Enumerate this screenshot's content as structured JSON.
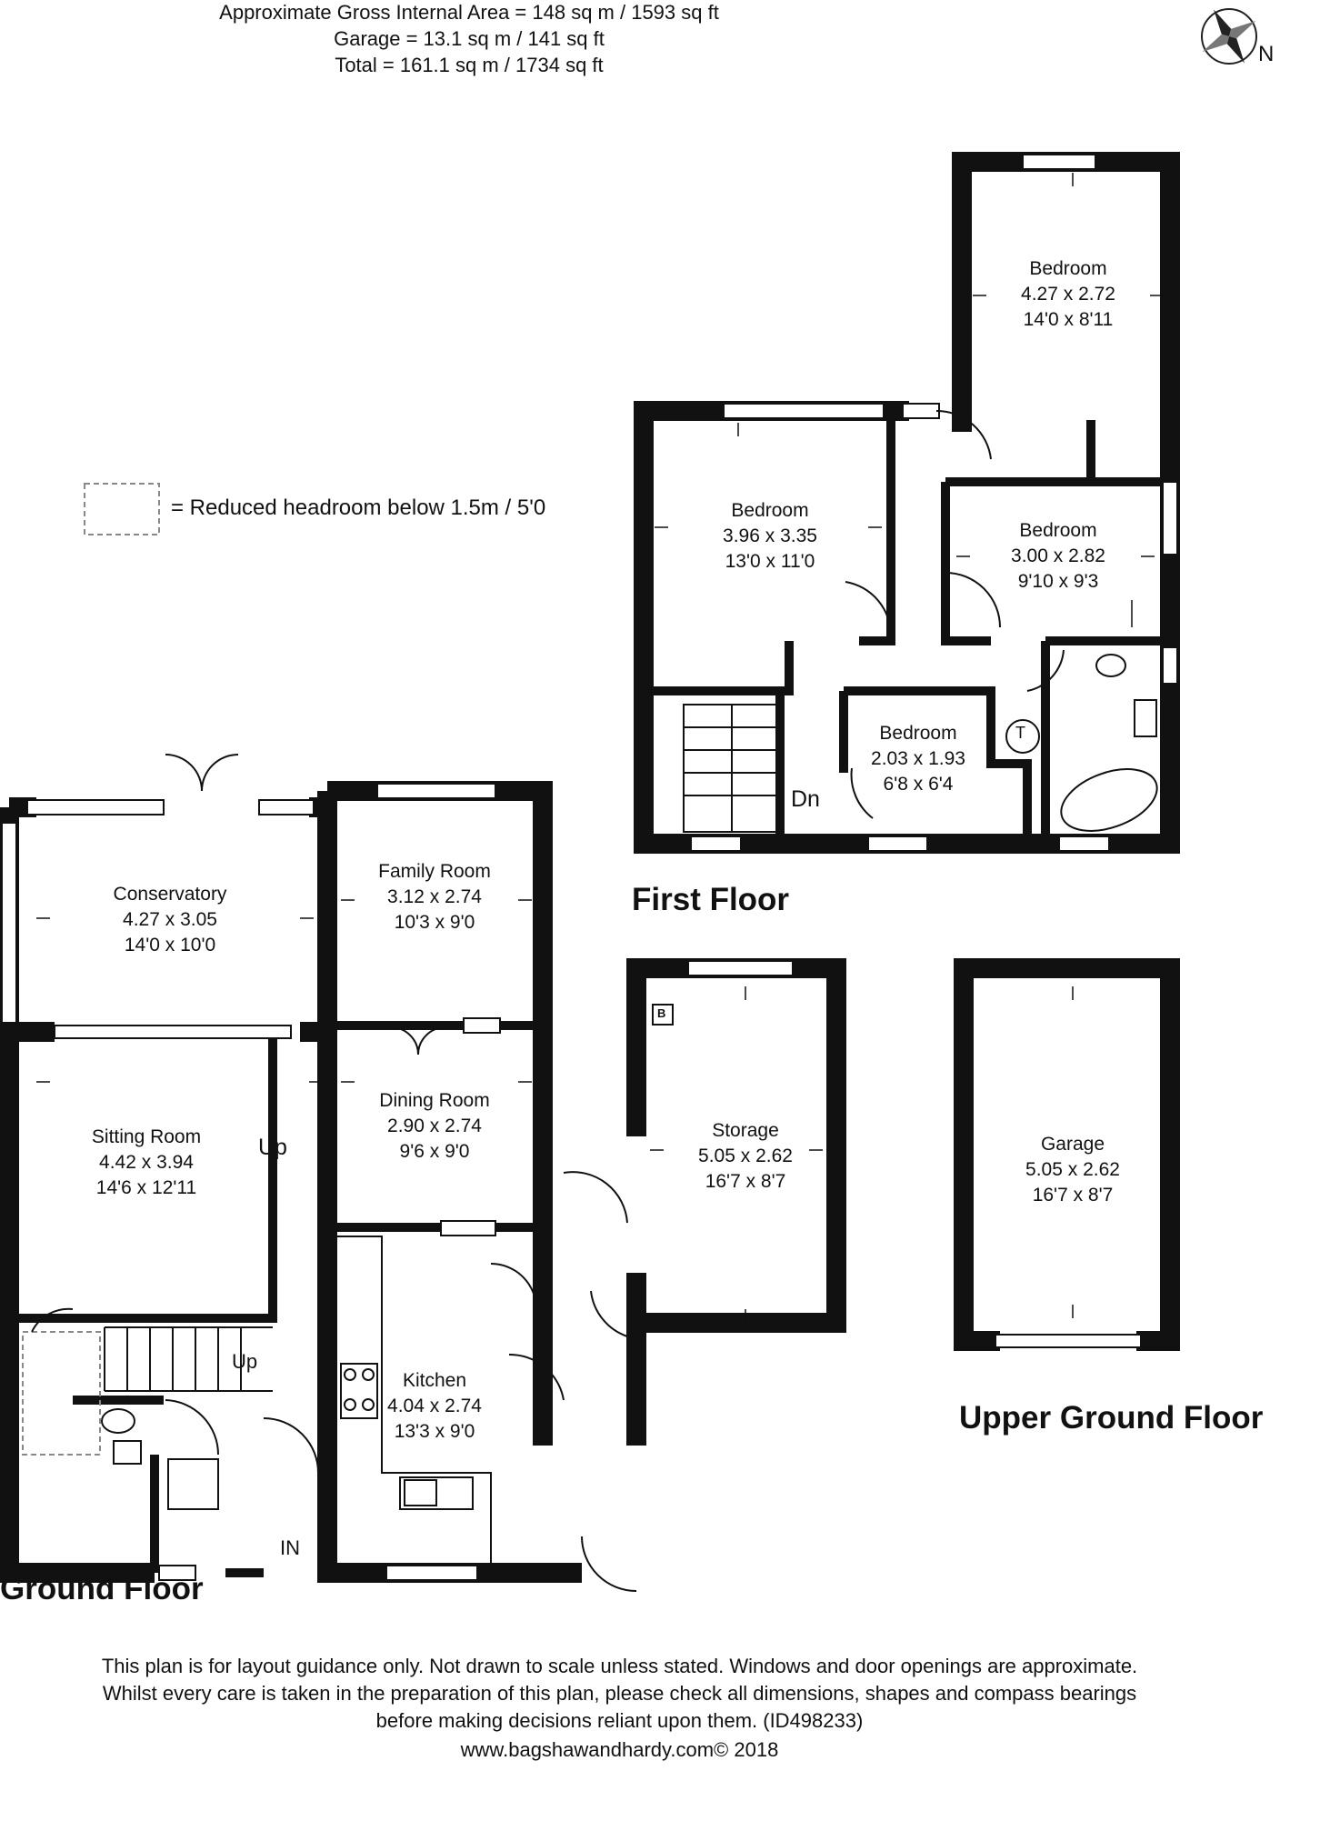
{
  "header": {
    "gross_internal": "Approximate Gross Internal Area = 148 sq m / 1593 sq ft",
    "garage": "Garage = 13.1 sq m / 141 sq ft",
    "total": "Total = 161.1 sq m / 1734 sq ft"
  },
  "compass": {
    "label": "N"
  },
  "legend": {
    "text": "= Reduced headroom below 1.5m / 5'0"
  },
  "floors": {
    "ground": "Ground Floor",
    "first": "First Floor",
    "upper_ground": "Upper Ground Floor"
  },
  "rooms": {
    "bedroom_top": {
      "name": "Bedroom",
      "metric": "4.27 x 2.72",
      "imperial": "14'0 x 8'11"
    },
    "bedroom_left": {
      "name": "Bedroom",
      "metric": "3.96 x 3.35",
      "imperial": "13'0 x 11'0"
    },
    "bedroom_right": {
      "name": "Bedroom",
      "metric": "3.00 x 2.82",
      "imperial": "9'10 x 9'3"
    },
    "bedroom_small": {
      "name": "Bedroom",
      "metric": "2.03 x 1.93",
      "imperial": "6'8 x 6'4"
    },
    "conservatory": {
      "name": "Conservatory",
      "metric": "4.27 x 3.05",
      "imperial": "14'0 x 10'0"
    },
    "family_room": {
      "name": "Family Room",
      "metric": "3.12 x 2.74",
      "imperial": "10'3 x 9'0"
    },
    "sitting_room": {
      "name": "Sitting Room",
      "metric": "4.42 x 3.94",
      "imperial": "14'6 x 12'11"
    },
    "dining_room": {
      "name": "Dining  Room",
      "metric": "2.90 x 2.74",
      "imperial": "9'6 x 9'0"
    },
    "kitchen": {
      "name": "Kitchen",
      "metric": "4.04 x 2.74",
      "imperial": "13'3 x 9'0"
    },
    "storage": {
      "name": "Storage",
      "metric": "5.05 x 2.62",
      "imperial": "16'7 x 8'7"
    },
    "garage": {
      "name": "Garage",
      "metric": "5.05 x 2.62",
      "imperial": "16'7 x 8'7"
    }
  },
  "labels": {
    "dn": "Dn",
    "up_sitting": "Up",
    "up_stairs": "Up",
    "in": "IN",
    "tank": "T",
    "boiler": "B"
  },
  "disclaimer": {
    "line1": "This plan is for layout guidance only. Not drawn to scale unless stated. Windows and door openings are approximate.",
    "line2": "Whilst every care is taken in the preparation of this plan, please check all dimensions, shapes and compass bearings",
    "line3": "before making decisions reliant upon them. (ID498233)",
    "line4": "www.bagshawandhardy.com© 2018"
  }
}
